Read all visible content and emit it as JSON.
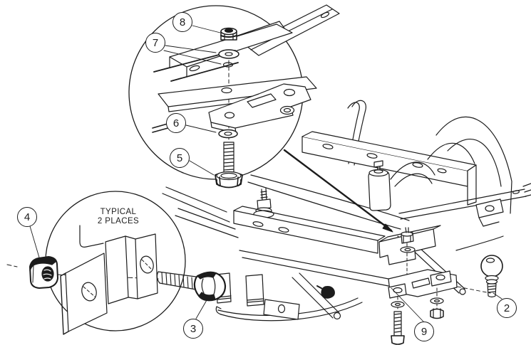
{
  "figure": {
    "kind": "exploded-assembly-diagram",
    "background_color": "#ffffff",
    "line_color": "#1c1c1c"
  },
  "note": {
    "line1": "TYPICAL",
    "line2": "2 PLACES"
  },
  "callouts": [
    {
      "number": "2",
      "depicts": "hitch-ball"
    },
    {
      "number": "3",
      "depicts": "hex-bolt"
    },
    {
      "number": "4",
      "depicts": "hex-nut"
    },
    {
      "number": "5",
      "depicts": "hex-bolt"
    },
    {
      "number": "6",
      "depicts": "flat-washer"
    },
    {
      "number": "7",
      "depicts": "flat-washer"
    },
    {
      "number": "8",
      "depicts": "lock-nut"
    },
    {
      "number": "9",
      "depicts": "hitch-plate"
    }
  ]
}
